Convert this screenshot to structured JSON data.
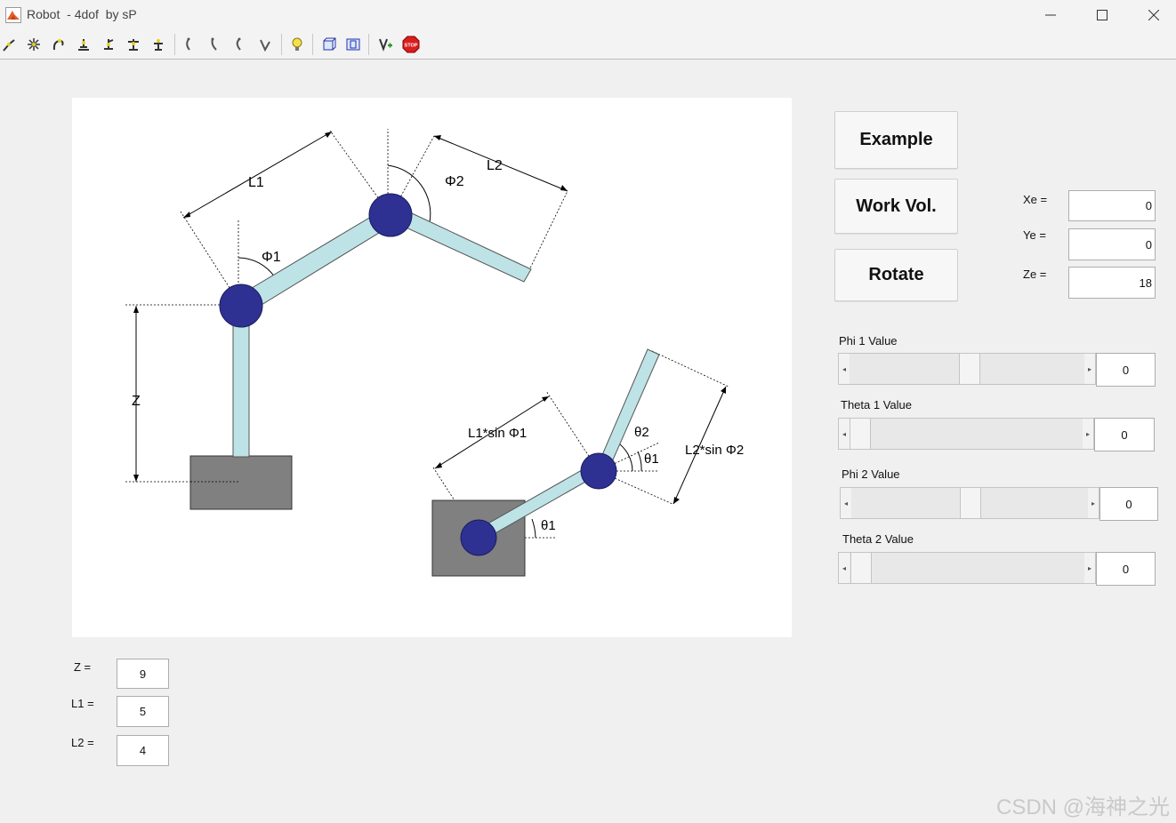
{
  "window": {
    "title": "Robot  - 4dof  by sP"
  },
  "buttons": {
    "example": "Example",
    "workvol": "Work Vol.",
    "rotate": "Rotate"
  },
  "end_effector": {
    "xe_label": "Xe =",
    "xe_value": "0",
    "ye_label": "Ye =",
    "ye_value": "0",
    "ze_label": "Ze =",
    "ze_value": "18"
  },
  "sliders": [
    {
      "label": "Phi 1 Value",
      "value": "0",
      "position": 0.5
    },
    {
      "label": "Theta 1 Value",
      "value": "0",
      "position": 0.0
    },
    {
      "label": "Phi 2 Value",
      "value": "0",
      "position": 0.5
    },
    {
      "label": "Theta 2 Value",
      "value": "0",
      "position": 0.0
    }
  ],
  "params": {
    "z_label": "Z =",
    "z_value": "9",
    "l1_label": "L1 =",
    "l1_value": "5",
    "l2_label": "L2 =",
    "l2_value": "4"
  },
  "diagram": {
    "l1": "L1",
    "l2": "L2",
    "phi1": "Φ1",
    "phi2": "Φ2",
    "z": "Z",
    "l1sin": "L1*sin Φ1",
    "l2sin": "L2*sin Φ2",
    "theta1": "θ1",
    "theta2": "θ2",
    "theta1b": "θ1"
  },
  "colors": {
    "link": "#bde3e6",
    "joint": "#2e3192",
    "base": "#808080"
  },
  "watermark": "CSDN @海神之光"
}
